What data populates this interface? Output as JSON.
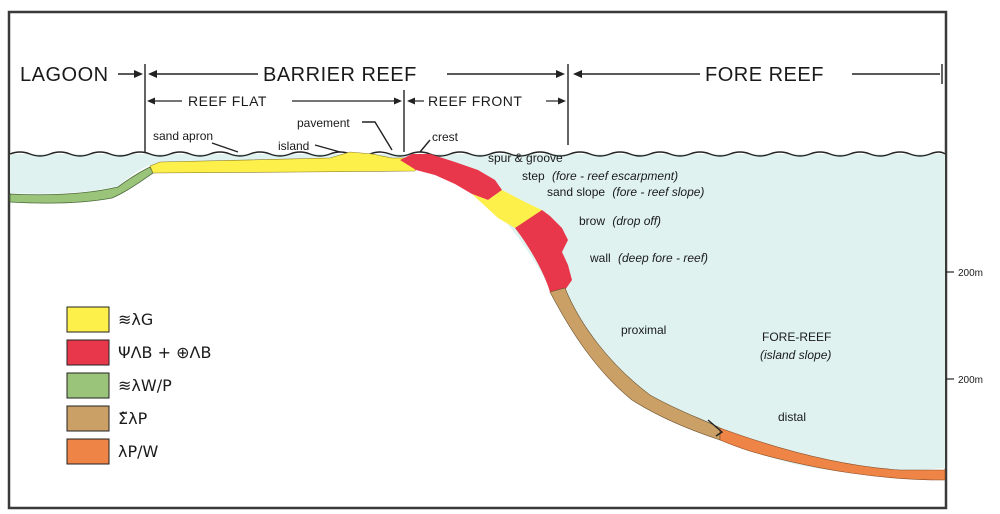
{
  "zones": {
    "lagoon": "LAGOON",
    "barrier_reef": "BARRIER REEF",
    "fore_reef": "FORE REEF",
    "reef_flat": "REEF FLAT",
    "reef_front": "REEF FRONT"
  },
  "labels": {
    "sand_apron": "sand apron",
    "pavement": "pavement",
    "island": "island",
    "crest": "crest",
    "spur_groove": "spur & groove",
    "step": "step",
    "step_note": "(fore - reef escarpment)",
    "sand_slope": "sand slope",
    "sand_slope_note": "(fore - reef slope)",
    "brow": "brow",
    "brow_note": "(drop off)",
    "wall": "wall",
    "wall_note": "(deep fore - reef)",
    "proximal": "proximal",
    "fore_reef_title": "FORE-REEF",
    "fore_reef_note": "(island slope)",
    "distal": "distal"
  },
  "depth_ticks": [
    "200m",
    "200m"
  ],
  "legend": [
    {
      "code": "≋λG",
      "color": "#fdf04a"
    },
    {
      "code": "ΨⴷB + ⊕ⴷB",
      "color": "#e8364a"
    },
    {
      "code": "≋λW/P",
      "color": "#9ac47a"
    },
    {
      "code": "Σ̃λP",
      "color": "#caa066"
    },
    {
      "code": "λP/W",
      "color": "#ee8446"
    }
  ],
  "colors": {
    "water": "#dff2f0",
    "frame": "#3a3a3a",
    "sand": "#fdf04a",
    "reef": "#e8364a",
    "lagoon_sediment": "#9ac47a",
    "proximal_slope": "#caa066",
    "distal_slope": "#ee8446"
  }
}
